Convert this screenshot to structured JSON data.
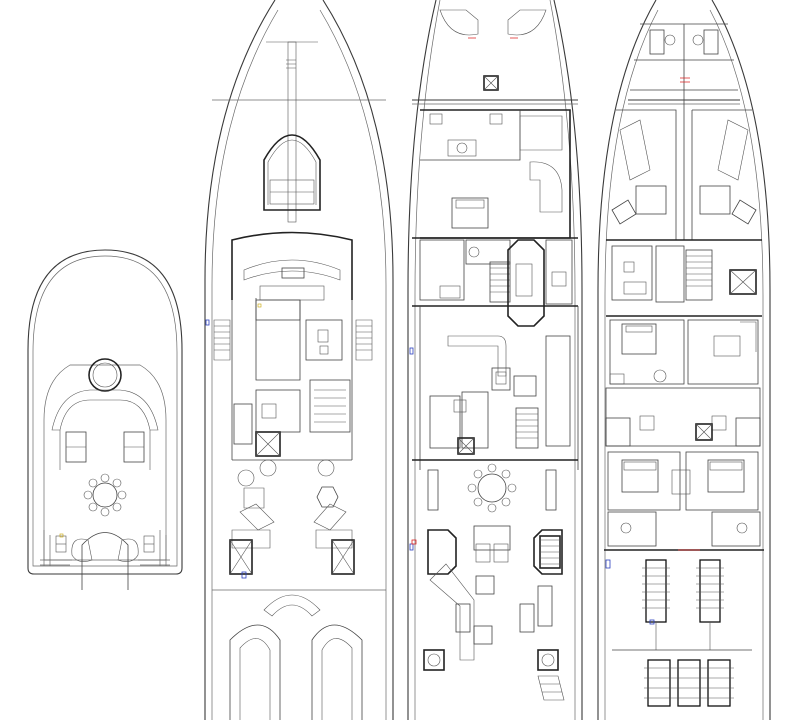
{
  "decks": [
    {
      "id": "sun-deck"
    },
    {
      "id": "bridge-deck"
    },
    {
      "id": "main-deck"
    },
    {
      "id": "lower-deck"
    }
  ],
  "colors": {
    "line": "#3a3a3a",
    "annotation_red": "#d22222",
    "annotation_blue": "#2a3fbf",
    "annotation_yellow": "#c9a300",
    "background": "#ffffff"
  }
}
